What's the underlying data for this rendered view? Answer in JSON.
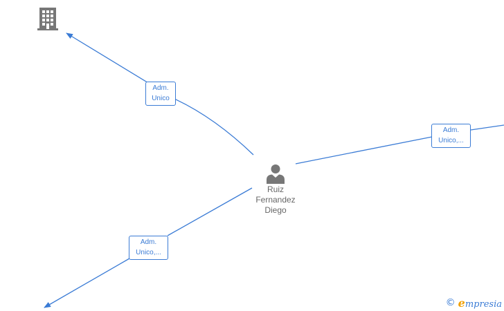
{
  "colors": {
    "edge": "#3a7bd5",
    "node_icon": "#777777",
    "node_text": "#666666",
    "brand_accent": "#f0a000"
  },
  "nodes": {
    "company": {
      "icon": "building-icon"
    },
    "person": {
      "icon": "person-icon",
      "name_lines": [
        "Ruiz",
        "Fernandez",
        "Diego"
      ]
    }
  },
  "edges": [
    {
      "label_lines": [
        "Adm.",
        "Unico"
      ]
    },
    {
      "label_lines": [
        "Adm.",
        "Unico,..."
      ]
    },
    {
      "label_lines": [
        "Adm.",
        "Unico,..."
      ]
    }
  ],
  "watermark": {
    "copyright_symbol": "©",
    "brand_first_letter": "e",
    "brand_rest": "mpresia"
  }
}
